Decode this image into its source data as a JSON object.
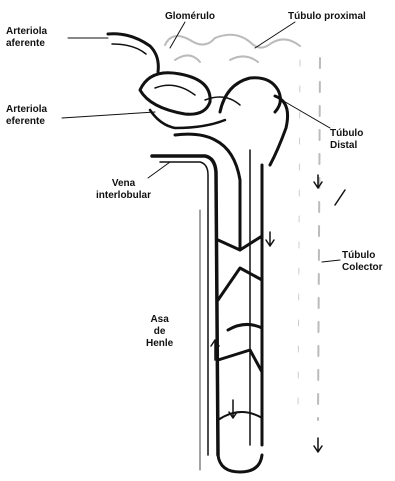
{
  "labels": {
    "arteriola_aferente": [
      "Arteriola",
      "aferente"
    ],
    "glomerulo": "Glomérulo",
    "tubulo_proximal": "Túbulo proximal",
    "arteriola_eferente": [
      "Arteriola",
      "eferente"
    ],
    "tubulo_distal": [
      "Túbulo",
      "Distal"
    ],
    "vena_interlobular": [
      "Vena",
      "interlobular"
    ],
    "tubulo_colector": [
      "Túbulo",
      "Colector"
    ],
    "asa_de_henle": [
      "Asa",
      "de",
      "Henle"
    ]
  },
  "colors": {
    "line": "#111111",
    "vessel": "#1a1a1a",
    "faint": "#bbbbbb"
  }
}
